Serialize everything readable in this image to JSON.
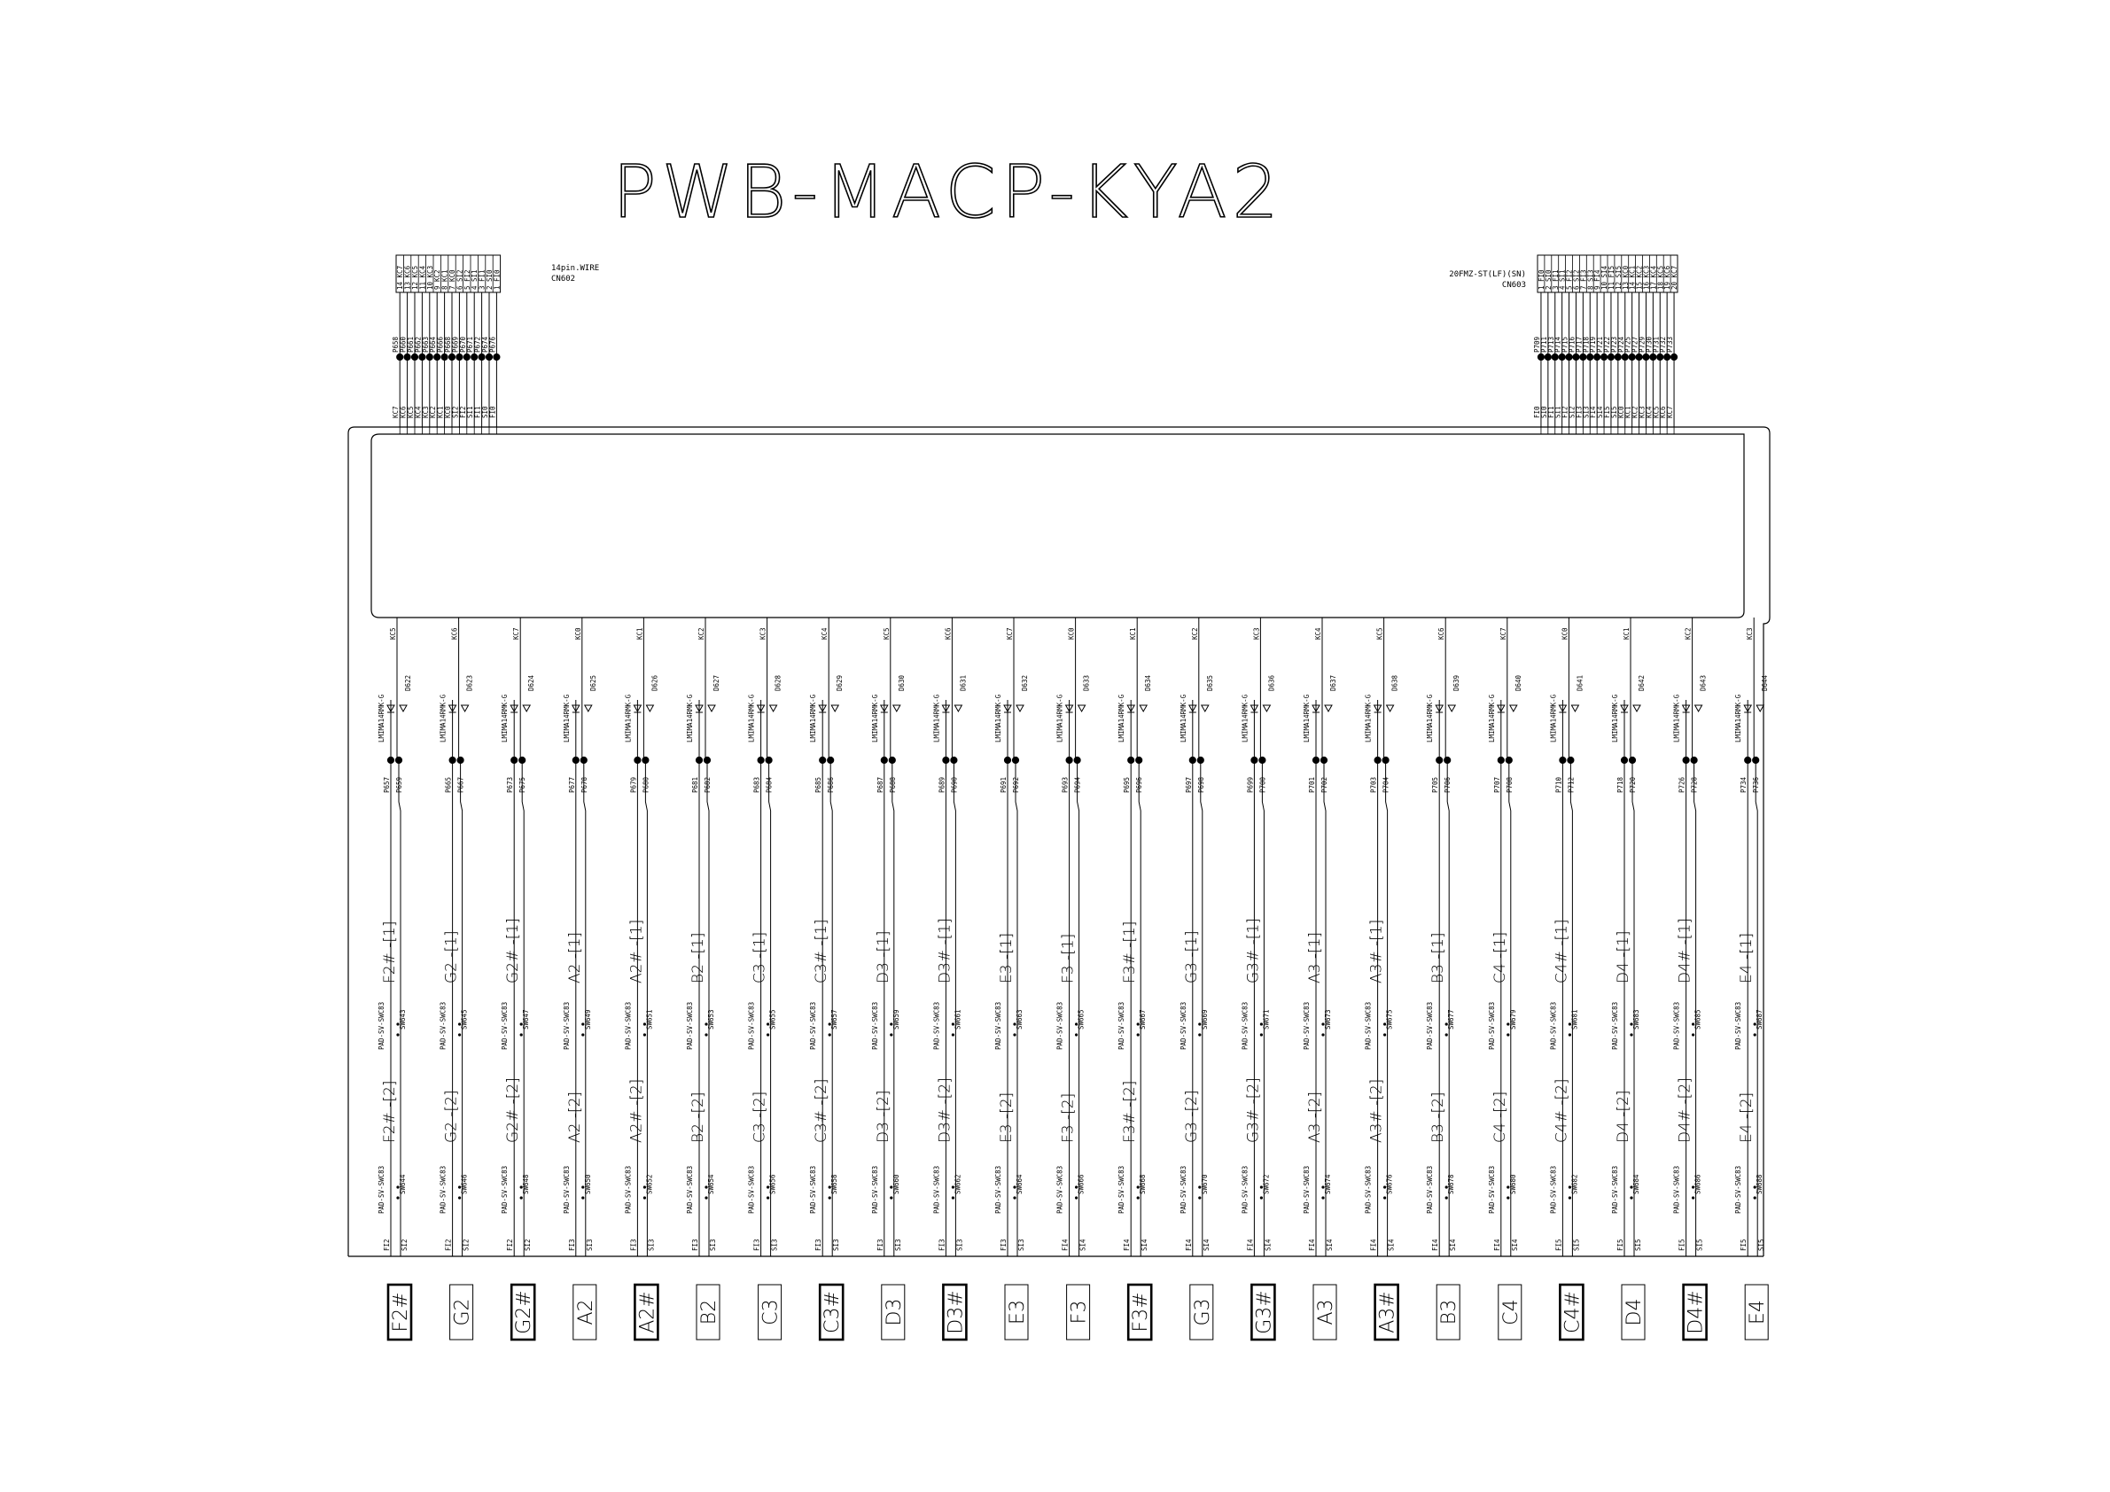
{
  "title": "PWB-MACP-KYA2",
  "left_connector": {
    "name": "14pin.WIRE",
    "ref": "CN602",
    "pins": [
      "14 KC7",
      "13 KC6",
      "12 KC5",
      "11 KC4",
      "10 KC3",
      "9 KC2",
      "8 KC1",
      "7 KC0",
      "6 SI2",
      "5 FI2",
      "4 SI1",
      "3 FI1",
      "2 SI0",
      "1 FI0"
    ],
    "pads": [
      "P658",
      "P660",
      "P661",
      "P662",
      "P663",
      "P664",
      "P666",
      "P668",
      "P669",
      "P670",
      "P671",
      "P672",
      "P674",
      "P676"
    ],
    "nets": [
      "KC7",
      "KC6",
      "KC5",
      "KC4",
      "KC3",
      "KC2",
      "KC1",
      "KC0",
      "SI2",
      "FI2",
      "SI1",
      "FI1",
      "SI0",
      "FI0"
    ]
  },
  "right_connector": {
    "name": "20FMZ-ST(LF)(SN)",
    "ref": "CN603",
    "pins": [
      "1 FI0",
      "2 SI0",
      "3 FI1",
      "4 SI1",
      "5 FI2",
      "6 SI2",
      "7 FI3",
      "8 SI3",
      "9 FI4",
      "10 SI4",
      "11 FI5",
      "12 SI5",
      "13 KC0",
      "14 KC1",
      "15 KC2",
      "16 KC3",
      "17 KC4",
      "18 KC5",
      "19 KC6",
      "20 KC7"
    ],
    "pads": [
      "P709",
      "P711",
      "P713",
      "P714",
      "P715",
      "P716",
      "P717",
      "P718",
      "P719",
      "P721",
      "P722",
      "P723",
      "P724",
      "P725",
      "P727",
      "P729",
      "P730",
      "P731",
      "P732",
      "P733"
    ],
    "nets": [
      "FI0",
      "SI0",
      "FI1",
      "SI1",
      "FI2",
      "SI2",
      "FI3",
      "SI3",
      "FI4",
      "SI4",
      "FI5",
      "SI5",
      "KC0",
      "KC1",
      "KC2",
      "KC3",
      "KC4",
      "KC5",
      "KC6",
      "KC7"
    ]
  },
  "led_part": "LMIMA14RMK-G",
  "switch_part": "PAD-SV-SWC83",
  "keys": [
    {
      "note": "F2#",
      "kc": "KC5",
      "diode": "D622",
      "pa": "P657",
      "pb": "P659",
      "sw1": "SW643",
      "sw2": "SW644",
      "fi": "FI2",
      "si": "SI2",
      "sharp": true
    },
    {
      "note": "G2",
      "kc": "KC6",
      "diode": "D623",
      "pa": "P665",
      "pb": "P667",
      "sw1": "SW645",
      "sw2": "SW646",
      "fi": "FI2",
      "si": "SI2",
      "sharp": false
    },
    {
      "note": "G2#",
      "kc": "KC7",
      "diode": "D624",
      "pa": "P673",
      "pb": "P675",
      "sw1": "SW647",
      "sw2": "SW648",
      "fi": "FI2",
      "si": "SI2",
      "sharp": true
    },
    {
      "note": "A2",
      "kc": "KC0",
      "diode": "D625",
      "pa": "P677",
      "pb": "P678",
      "sw1": "SW649",
      "sw2": "SW650",
      "fi": "FI3",
      "si": "SI3",
      "sharp": false
    },
    {
      "note": "A2#",
      "kc": "KC1",
      "diode": "D626",
      "pa": "P679",
      "pb": "P680",
      "sw1": "SW651",
      "sw2": "SW652",
      "fi": "FI3",
      "si": "SI3",
      "sharp": true
    },
    {
      "note": "B2",
      "kc": "KC2",
      "diode": "D627",
      "pa": "P681",
      "pb": "P682",
      "sw1": "SW653",
      "sw2": "SW654",
      "fi": "FI3",
      "si": "SI3",
      "sharp": false
    },
    {
      "note": "C3",
      "kc": "KC3",
      "diode": "D628",
      "pa": "P683",
      "pb": "P684",
      "sw1": "SW655",
      "sw2": "SW656",
      "fi": "FI3",
      "si": "SI3",
      "sharp": false
    },
    {
      "note": "C3#",
      "kc": "KC4",
      "diode": "D629",
      "pa": "P685",
      "pb": "P686",
      "sw1": "SW657",
      "sw2": "SW658",
      "fi": "FI3",
      "si": "SI3",
      "sharp": true
    },
    {
      "note": "D3",
      "kc": "KC5",
      "diode": "D630",
      "pa": "P687",
      "pb": "P688",
      "sw1": "SW659",
      "sw2": "SW660",
      "fi": "FI3",
      "si": "SI3",
      "sharp": false
    },
    {
      "note": "D3#",
      "kc": "KC6",
      "diode": "D631",
      "pa": "P689",
      "pb": "P690",
      "sw1": "SW661",
      "sw2": "SW662",
      "fi": "FI3",
      "si": "SI3",
      "sharp": true
    },
    {
      "note": "E3",
      "kc": "KC7",
      "diode": "D632",
      "pa": "P691",
      "pb": "P692",
      "sw1": "SW663",
      "sw2": "SW664",
      "fi": "FI3",
      "si": "SI3",
      "sharp": false
    },
    {
      "note": "F3",
      "kc": "KC0",
      "diode": "D633",
      "pa": "P693",
      "pb": "P694",
      "sw1": "SW665",
      "sw2": "SW666",
      "fi": "FI4",
      "si": "SI4",
      "sharp": false
    },
    {
      "note": "F3#",
      "kc": "KC1",
      "diode": "D634",
      "pa": "P695",
      "pb": "P696",
      "sw1": "SW667",
      "sw2": "SW668",
      "fi": "FI4",
      "si": "SI4",
      "sharp": true
    },
    {
      "note": "G3",
      "kc": "KC2",
      "diode": "D635",
      "pa": "P697",
      "pb": "P698",
      "sw1": "SW669",
      "sw2": "SW670",
      "fi": "FI4",
      "si": "SI4",
      "sharp": false
    },
    {
      "note": "G3#",
      "kc": "KC3",
      "diode": "D636",
      "pa": "P699",
      "pb": "P700",
      "sw1": "SW671",
      "sw2": "SW672",
      "fi": "FI4",
      "si": "SI4",
      "sharp": true
    },
    {
      "note": "A3",
      "kc": "KC4",
      "diode": "D637",
      "pa": "P701",
      "pb": "P702",
      "sw1": "SW673",
      "sw2": "SW674",
      "fi": "FI4",
      "si": "SI4",
      "sharp": false
    },
    {
      "note": "A3#",
      "kc": "KC5",
      "diode": "D638",
      "pa": "P703",
      "pb": "P704",
      "sw1": "SW675",
      "sw2": "SW676",
      "fi": "FI4",
      "si": "SI4",
      "sharp": true
    },
    {
      "note": "B3",
      "kc": "KC6",
      "diode": "D639",
      "pa": "P705",
      "pb": "P706",
      "sw1": "SW677",
      "sw2": "SW678",
      "fi": "FI4",
      "si": "SI4",
      "sharp": false
    },
    {
      "note": "C4",
      "kc": "KC7",
      "diode": "D640",
      "pa": "P707",
      "pb": "P708",
      "sw1": "SW679",
      "sw2": "SW680",
      "fi": "FI4",
      "si": "SI4",
      "sharp": false
    },
    {
      "note": "C4#",
      "kc": "KC0",
      "diode": "D641",
      "pa": "P710",
      "pb": "P712",
      "sw1": "SW681",
      "sw2": "SW682",
      "fi": "FI5",
      "si": "SI5",
      "sharp": true
    },
    {
      "note": "D4",
      "kc": "KC1",
      "diode": "D642",
      "pa": "P718",
      "pb": "P720",
      "sw1": "SW683",
      "sw2": "SW684",
      "fi": "FI5",
      "si": "SI5",
      "sharp": false
    },
    {
      "note": "D4#",
      "kc": "KC2",
      "diode": "D643",
      "pa": "P726",
      "pb": "P728",
      "sw1": "SW685",
      "sw2": "SW686",
      "fi": "FI5",
      "si": "SI5",
      "sharp": true
    },
    {
      "note": "E4",
      "kc": "KC3",
      "diode": "D644",
      "pa": "P734",
      "pb": "P736",
      "sw1": "SW687",
      "sw2": "SW688",
      "fi": "FI5",
      "si": "SI5",
      "sharp": false
    }
  ],
  "switch_suffix_1": "-[1]",
  "switch_suffix_2": "-[2]"
}
